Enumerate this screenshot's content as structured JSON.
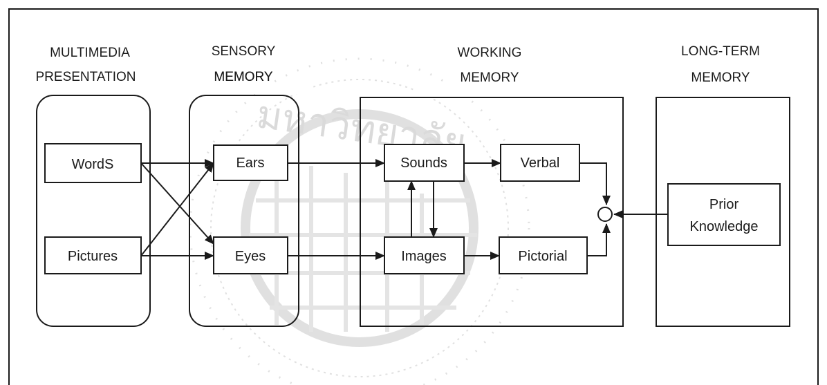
{
  "headers": {
    "multimedia": [
      "MULTIMEDIA",
      "PRESENTATION"
    ],
    "sensory": [
      "SENSORY",
      "MEMORY"
    ],
    "working": [
      "WORKING",
      "MEMORY"
    ],
    "longterm": [
      "LONG-TERM",
      "MEMORY"
    ]
  },
  "nodes": {
    "words": "WordS",
    "pictures": "Pictures",
    "ears": "Ears",
    "eyes": "Eyes",
    "sounds": "Sounds",
    "images": "Images",
    "verbal": "Verbal",
    "pictorial": "Pictorial",
    "prior_knowledge": [
      "Prior",
      "Knowledge"
    ]
  },
  "watermark": {
    "present": true,
    "text": "มหาวิทยาลัย",
    "color": "#bdbdbd"
  },
  "colors": {
    "line": "#1a1a1a",
    "background": "#ffffff"
  }
}
